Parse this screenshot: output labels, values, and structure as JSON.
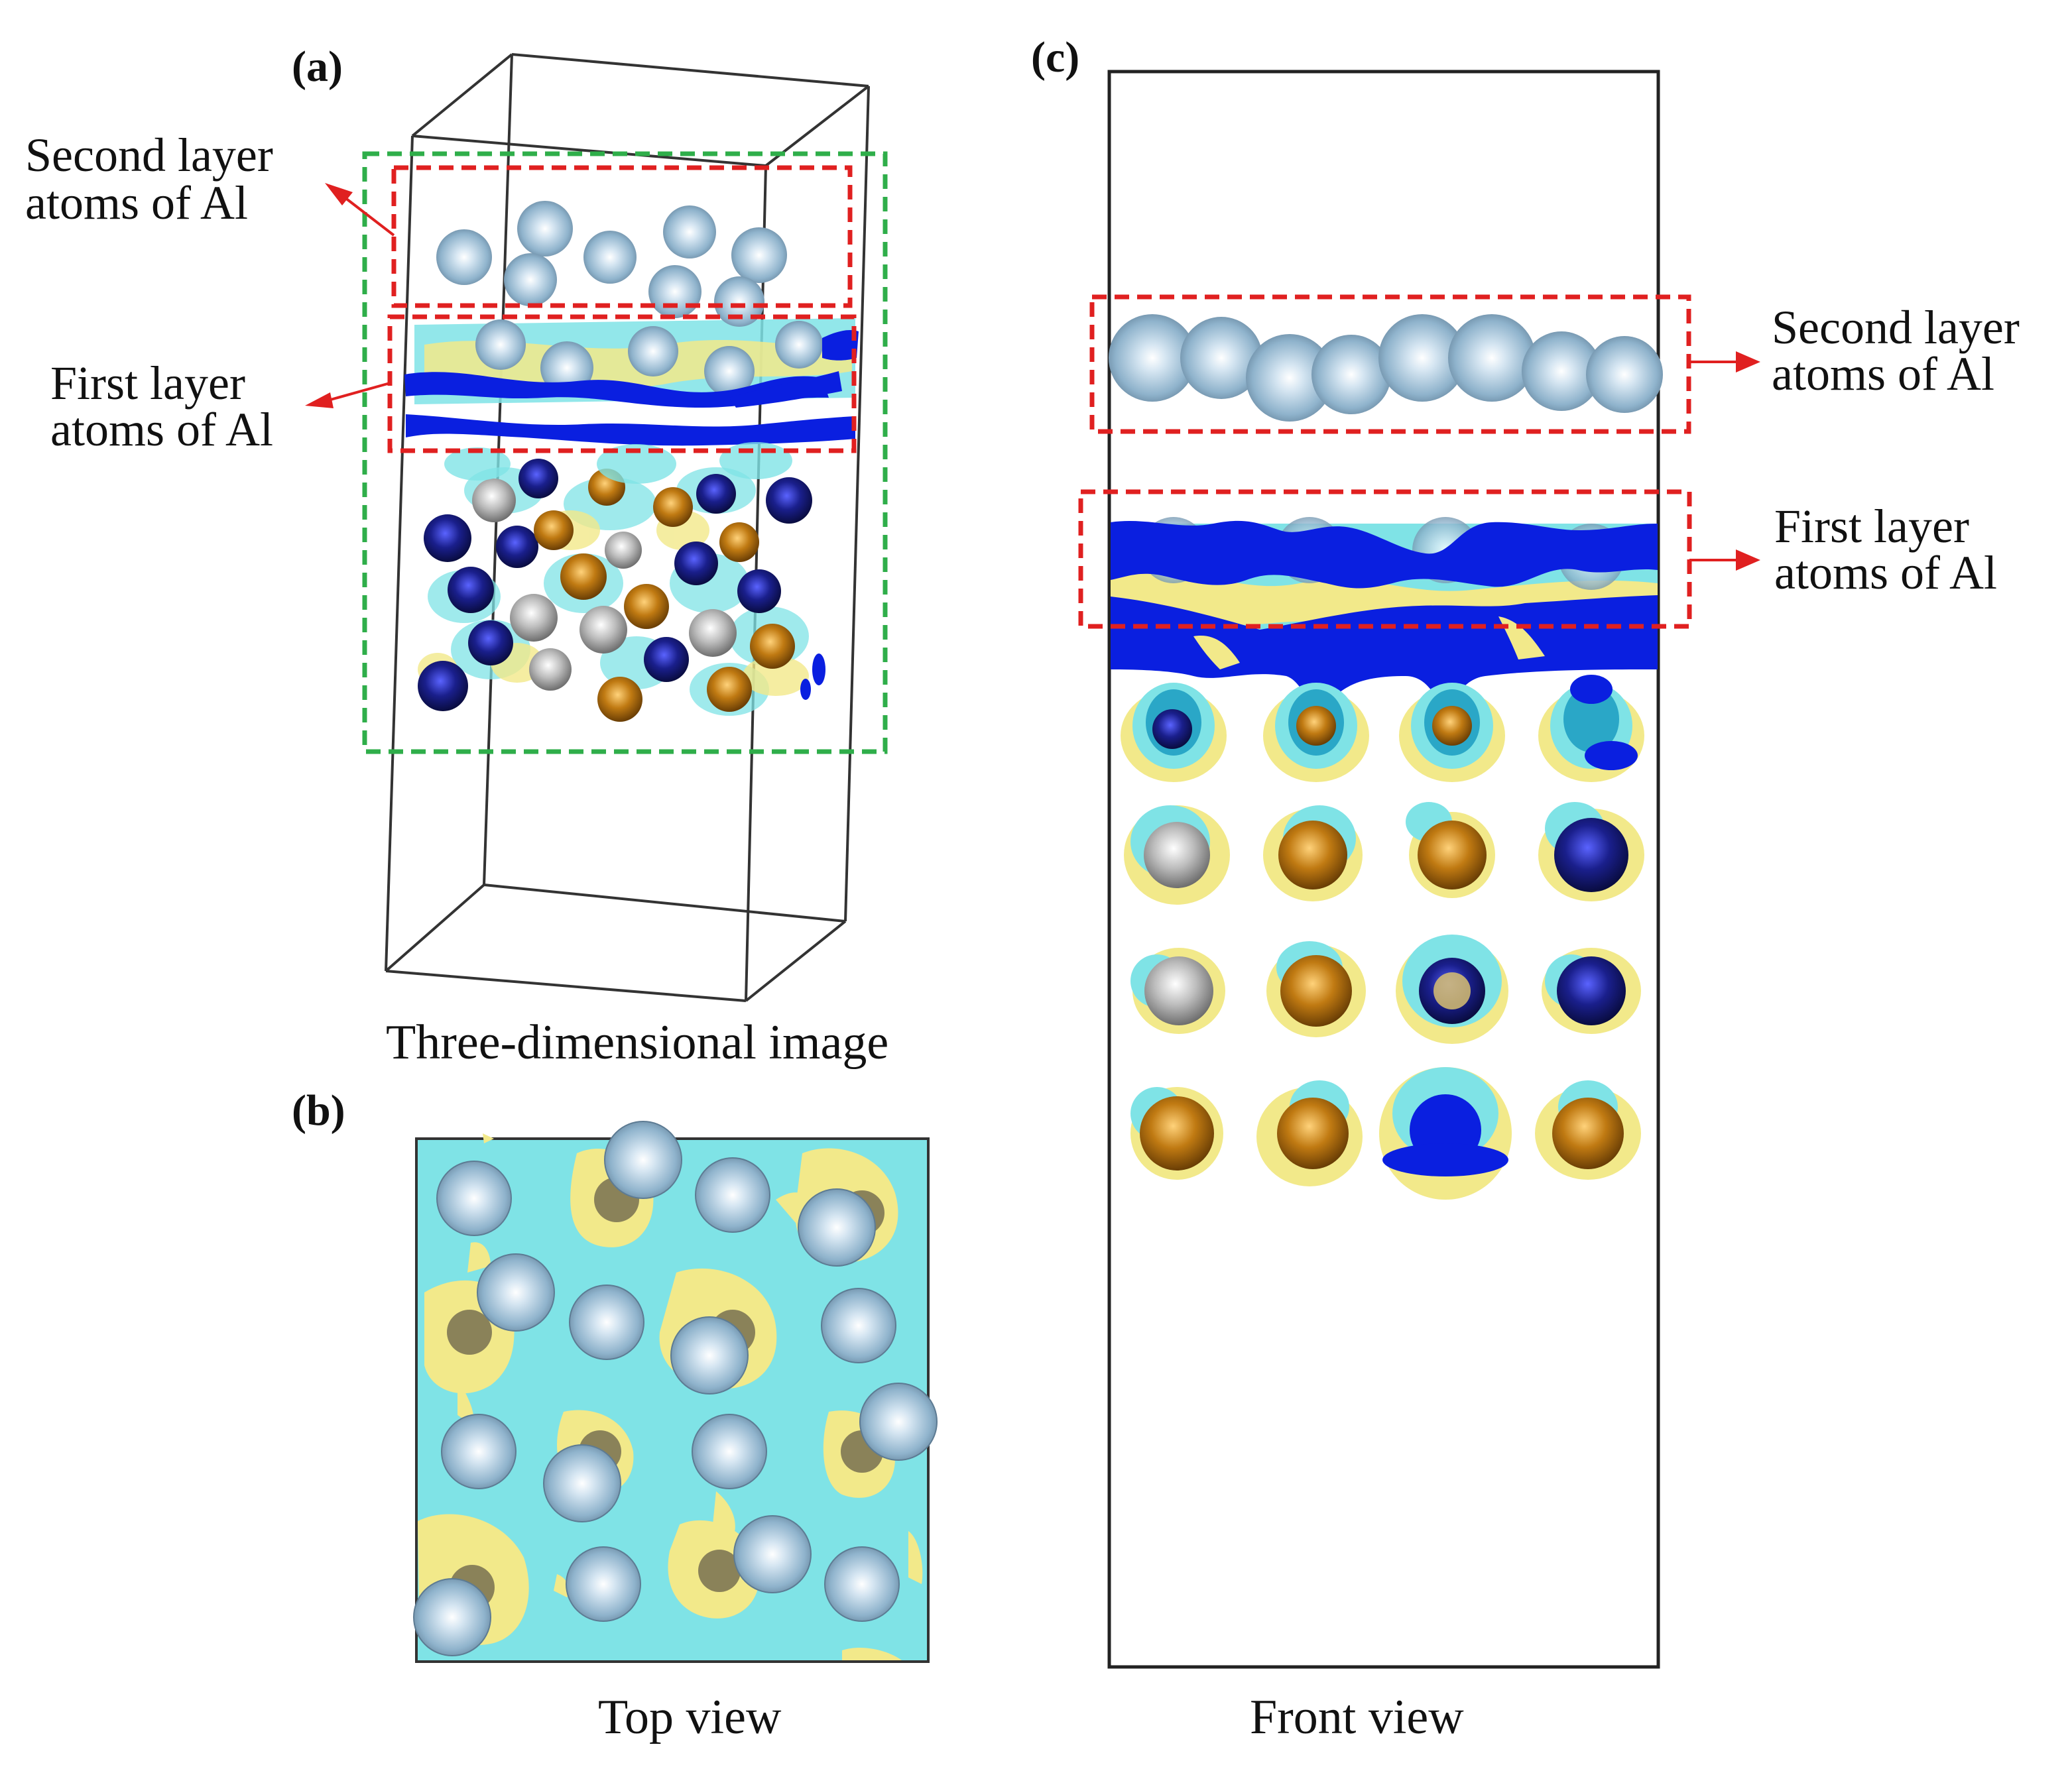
{
  "panels": {
    "a": {
      "letter": "(a)",
      "caption": "Three-dimensional image",
      "label_second_line1": "Second layer",
      "label_second_line2": "atoms of Al",
      "label_first_line1": "First layer",
      "label_first_line2": "atoms of Al"
    },
    "b": {
      "letter": "(b)",
      "caption": "Top view"
    },
    "c": {
      "letter": "(c)",
      "caption": "Front view",
      "label_second_line1": "Second layer",
      "label_second_line2": "atoms of Al",
      "label_first_line1": "First layer",
      "label_first_line2": "atoms of Al"
    }
  },
  "colors": {
    "al_atom": "#8fb3cc",
    "cyan_isosurface": "#7fe3e6",
    "yellow_isosurface": "#f2e98a",
    "blue_isosurface": "#0a1fe0",
    "annotation_red": "#e02020",
    "annotation_green": "#2fae4a",
    "orange_atom": "#c07a12",
    "navy_atom": "#1a1f8c",
    "silver_atom": "#bdbdbd"
  }
}
